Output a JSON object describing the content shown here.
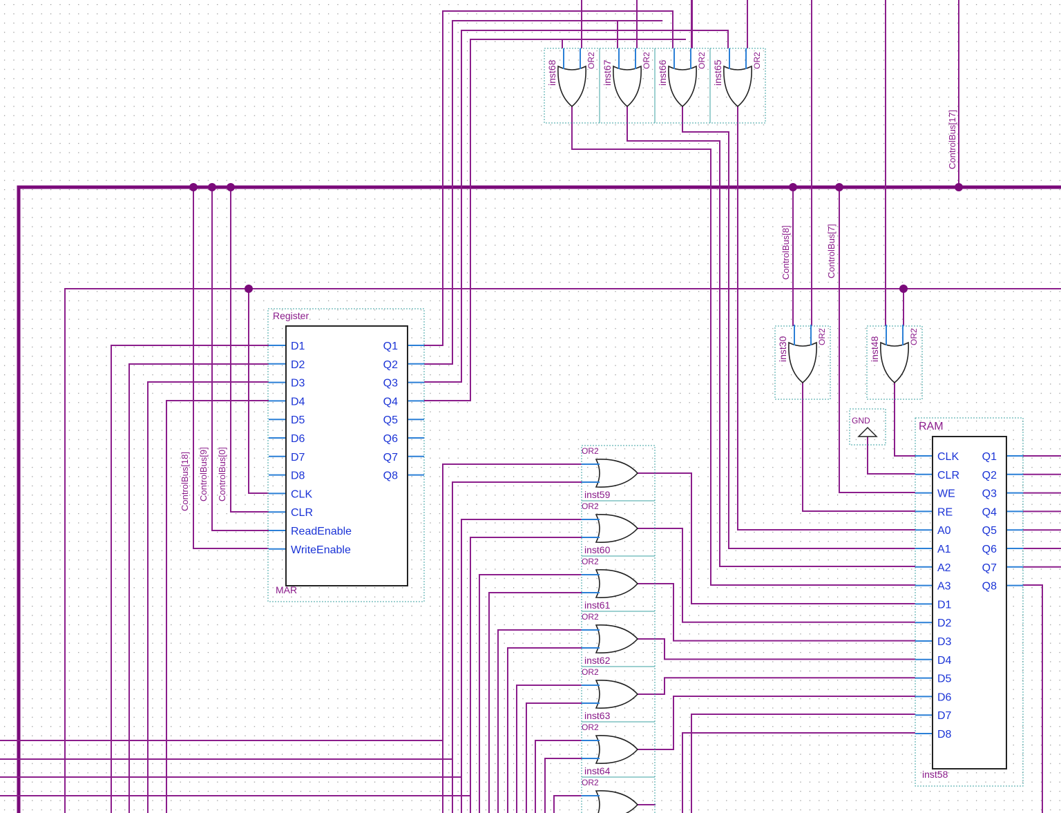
{
  "colors": {
    "wire": "#8b1d8b",
    "bus": "#7a0a7a",
    "port_text": "#1a33d6",
    "pin_stub": "#2a7fd6",
    "box_outline": "#222222",
    "dotted_frame": "#3aa0a0",
    "grid_dot": "#8a8a8a",
    "background": "#ffffff"
  },
  "register": {
    "title": "Register",
    "instance": "MAR",
    "left_ports": [
      "D1",
      "D2",
      "D3",
      "D4",
      "D5",
      "D6",
      "D7",
      "D8",
      "CLK",
      "CLR",
      "ReadEnable",
      "WriteEnable"
    ],
    "right_ports": [
      "Q1",
      "Q2",
      "Q3",
      "Q4",
      "Q5",
      "Q6",
      "Q7",
      "Q8"
    ]
  },
  "ram": {
    "title": "RAM",
    "instance": "inst58",
    "left_ports": [
      "CLK",
      "CLR",
      "WE",
      "RE",
      "A0",
      "A1",
      "A2",
      "A3",
      "D1",
      "D2",
      "D3",
      "D4",
      "D5",
      "D6",
      "D7",
      "D8"
    ],
    "right_ports": [
      "Q1",
      "Q2",
      "Q3",
      "Q4",
      "Q5",
      "Q6",
      "Q7",
      "Q8"
    ]
  },
  "gnd_label": "GND",
  "gate_type_label": "OR2",
  "top_gates": [
    "inst68",
    "inst67",
    "inst66",
    "inst65"
  ],
  "side_gates": [
    "inst30",
    "inst48"
  ],
  "data_gates": [
    "inst59",
    "inst60",
    "inst61",
    "inst62",
    "inst63",
    "inst64"
  ],
  "bus_labels": {
    "cb18": "ControlBus[18]",
    "cb9": "ControlBus[9]",
    "cb0": "ControlBus[0]",
    "cb8": "ControlBus[8]",
    "cb7": "ControlBus[7]",
    "cb17": "ControlBus[17]"
  }
}
